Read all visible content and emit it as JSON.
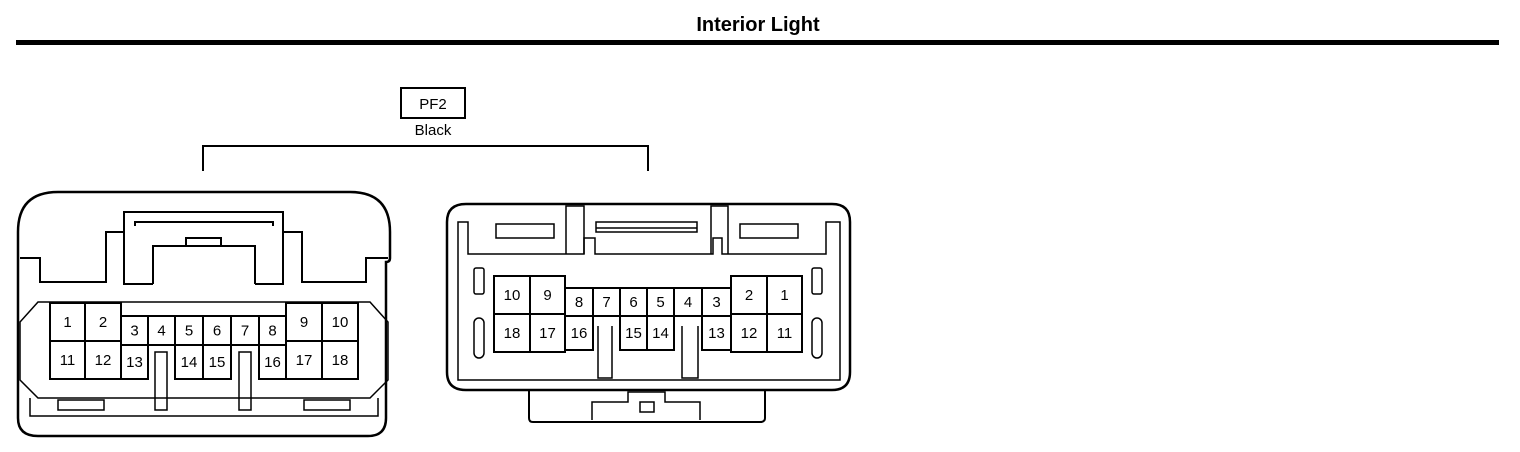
{
  "title": "Interior Light",
  "connector": {
    "code": "PF2",
    "color": "Black"
  },
  "left_connector": {
    "top_row": [
      "1",
      "2",
      "3",
      "4",
      "5",
      "6",
      "7",
      "8",
      "9",
      "10"
    ],
    "bottom_row": [
      "11",
      "12",
      "13",
      "14",
      "15",
      "16",
      "17",
      "18"
    ]
  },
  "right_connector": {
    "top_row": [
      "10",
      "9",
      "8",
      "7",
      "6",
      "5",
      "4",
      "3",
      "2",
      "1"
    ],
    "bottom_row": [
      "18",
      "17",
      "16",
      "15",
      "14",
      "13",
      "12",
      "11"
    ]
  }
}
